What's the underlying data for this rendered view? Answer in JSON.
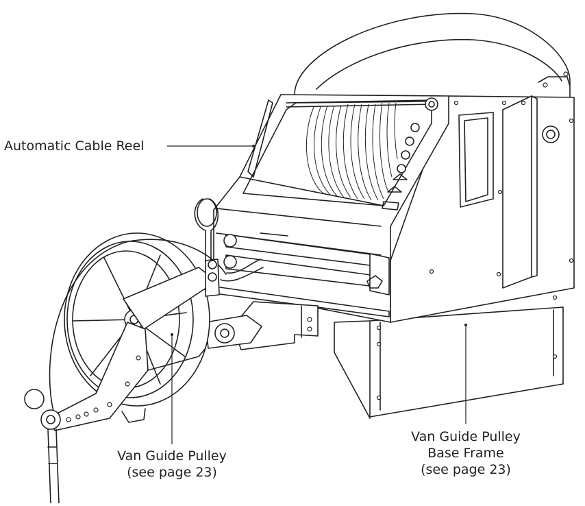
{
  "callouts": {
    "cable_reel": {
      "lines": [
        "Automatic Cable Reel"
      ]
    },
    "van_guide_pulley": {
      "lines": [
        "Van Guide Pulley",
        "(see page 23)"
      ]
    },
    "base_frame": {
      "lines": [
        "Van Guide Pulley",
        "Base Frame",
        "(see page 23)"
      ]
    }
  },
  "colors": {
    "ink": "#231f20",
    "background": "#ffffff"
  }
}
